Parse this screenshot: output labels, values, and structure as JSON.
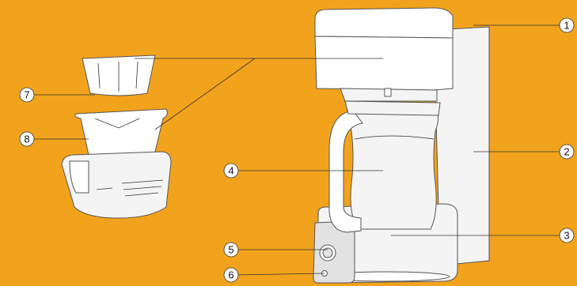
{
  "colors": {
    "background": "#f2a31d",
    "part_fill": "#ffffff",
    "outline": "#555555"
  },
  "callouts": [
    {
      "id": "1",
      "label": "1"
    },
    {
      "id": "2",
      "label": "2"
    },
    {
      "id": "3",
      "label": "3"
    },
    {
      "id": "4",
      "label": "4"
    },
    {
      "id": "5",
      "label": "5"
    },
    {
      "id": "6",
      "label": "6"
    },
    {
      "id": "7",
      "label": "7"
    },
    {
      "id": "8",
      "label": "8"
    }
  ]
}
